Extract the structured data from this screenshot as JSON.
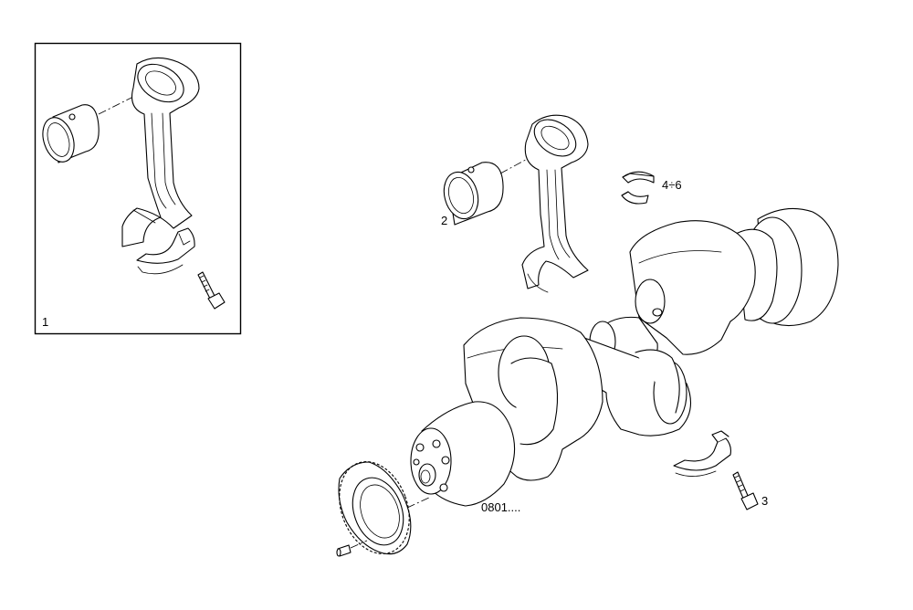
{
  "labels": {
    "inset_item": "1",
    "piston_pin_item": "2",
    "bolt_item": "3",
    "bearing_shell_item": "4÷6",
    "drawing_code": "0801...."
  },
  "colors": {
    "line": "#000000",
    "background": "#ffffff"
  }
}
